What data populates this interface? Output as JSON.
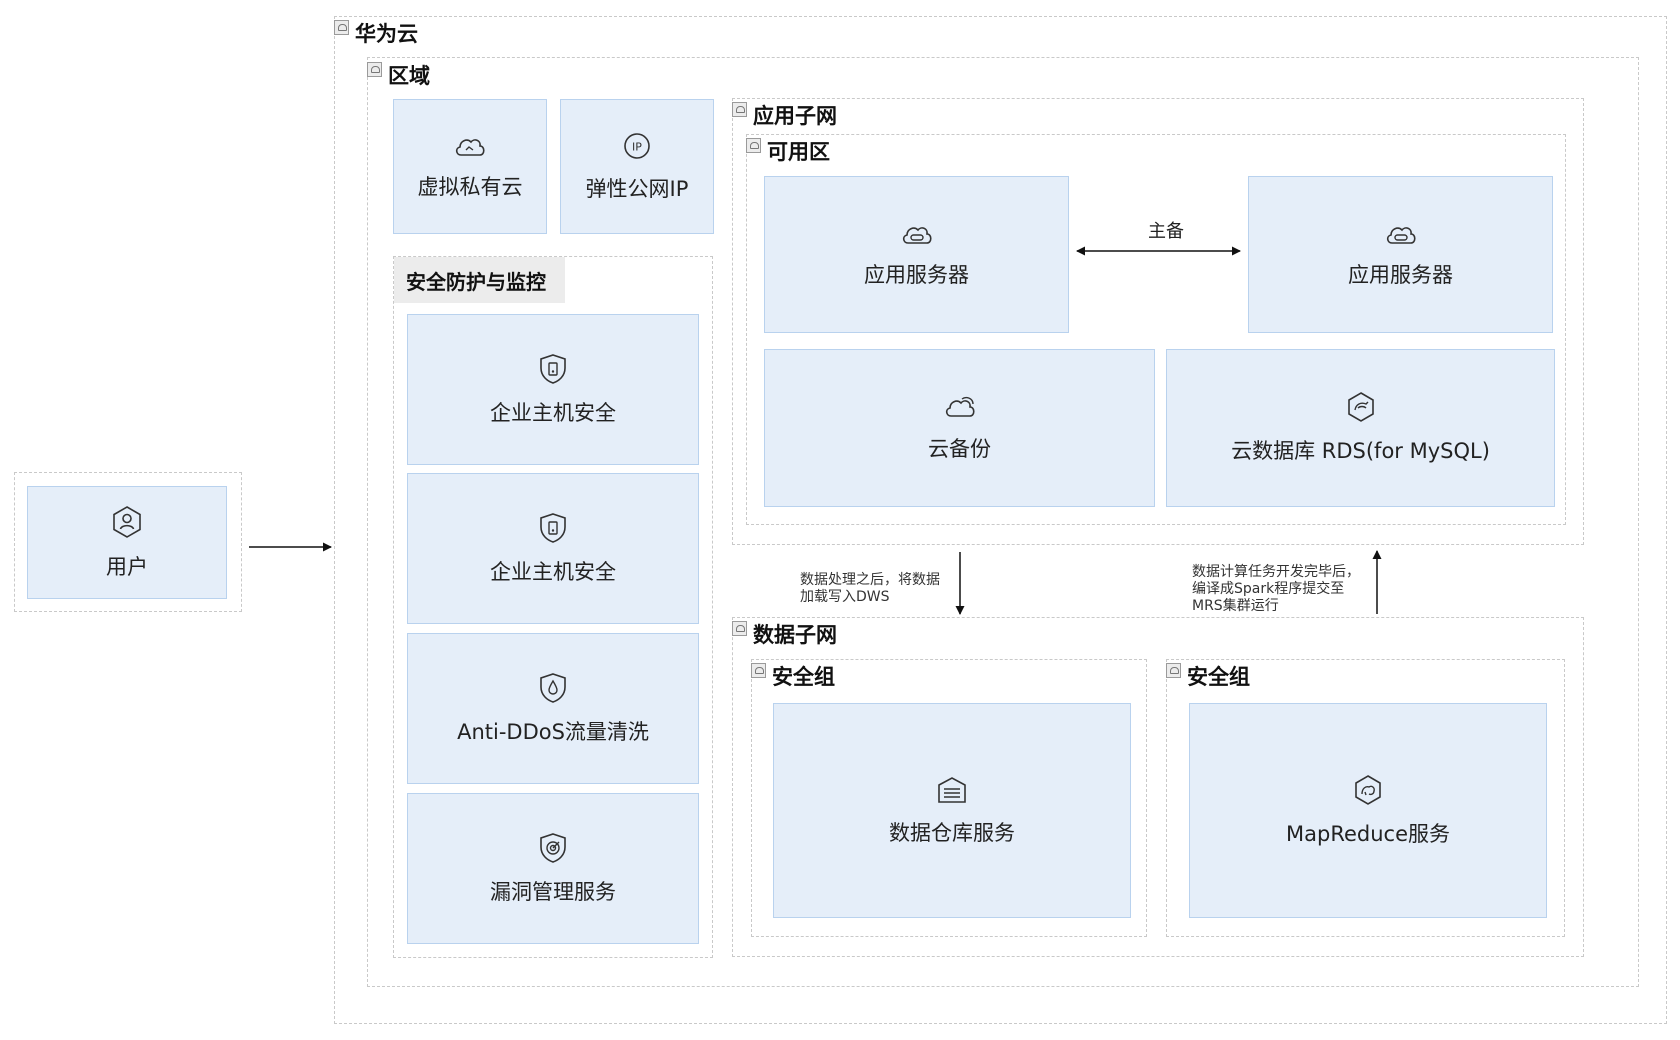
{
  "containers": {
    "cloud": "华为云",
    "region": "区域",
    "app_subnet": "应用子网",
    "availability_zone": "可用区",
    "data_subnet": "数据子网",
    "security_group_left": "安全组",
    "security_group_right": "安全组",
    "security_monitoring": "安全防护与监控"
  },
  "nodes": {
    "user": "用户",
    "vpc": "虚拟私有云",
    "eip": "弹性公网IP",
    "hss_1": "企业主机安全",
    "hss_2": "企业主机安全",
    "anti_ddos": "Anti-DDoS流量清洗",
    "vuln_scan": "漏洞管理服务",
    "app_server_1": "应用服务器",
    "app_server_2": "应用服务器",
    "cloud_backup": "云备份",
    "rds": "云数据库 RDS(for MySQL)",
    "dws": "数据仓库服务",
    "mapreduce": "MapReduce服务"
  },
  "edges": {
    "primary_standby": "主备",
    "to_dws": [
      "数据处理之后，将数据",
      "加载写入DWS"
    ],
    "to_mrs": [
      "数据计算任务开发完毕后，",
      "编译成Spark程序提交至",
      "MRS集群运行"
    ]
  },
  "colors": {
    "node_fill": "#e5eef9",
    "node_border": "#b9d2ee",
    "frame_border": "#c9c9c9"
  },
  "icons": {
    "user": "user-icon",
    "vpc": "cloud-vpc-icon",
    "eip": "ip-icon",
    "hss": "shield-host-icon",
    "anti_ddos": "shield-drop-icon",
    "vuln_scan": "shield-radar-icon",
    "app_server": "server-cloud-icon",
    "cloud_backup": "cloud-backup-icon",
    "rds": "database-icon",
    "dws": "warehouse-icon",
    "mapreduce": "mapreduce-icon"
  }
}
